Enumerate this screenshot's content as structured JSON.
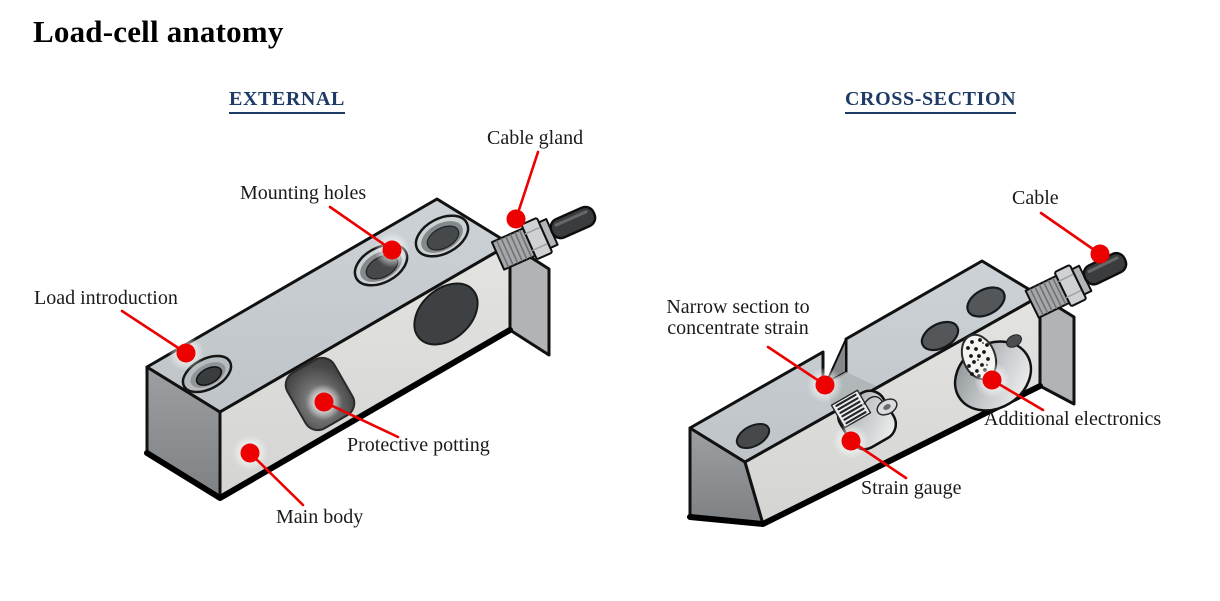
{
  "title": "Load-cell anatomy",
  "colors": {
    "accent_red": "#ec0000",
    "header_navy": "#1d3b66",
    "top_face": "#c7cdd1",
    "front_face": "#dedfdc",
    "end_face_dark": "#8d9092",
    "cable_dark": "#3a3c3d"
  },
  "views": {
    "external": {
      "header": "EXTERNAL",
      "labels": {
        "cable_gland": "Cable gland",
        "mounting_holes": "Mounting holes",
        "load_introduction": "Load introduction",
        "protective_potting": "Protective potting",
        "main_body": "Main body"
      }
    },
    "cross_section": {
      "header": "CROSS-SECTION",
      "labels": {
        "cable": "Cable",
        "narrow_section_line1": "Narrow section to",
        "narrow_section_line2": "concentrate strain",
        "additional_electronics": "Additional electronics",
        "strain_gauge": "Strain gauge"
      }
    }
  }
}
